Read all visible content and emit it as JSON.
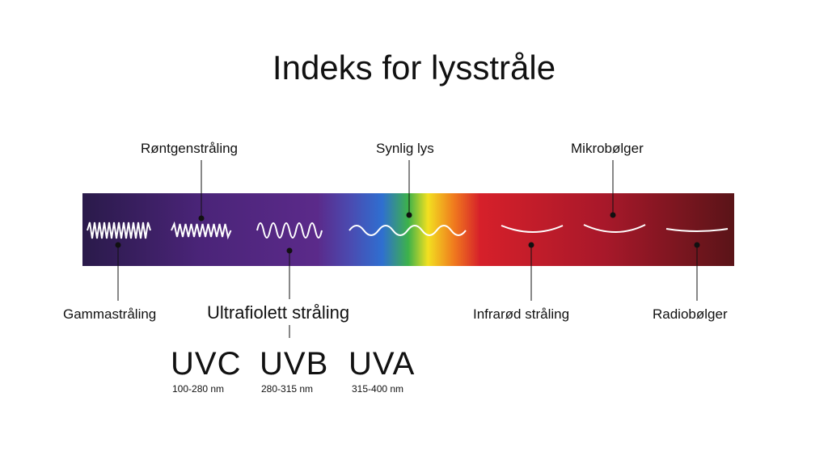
{
  "title": "Indeks for lysstråle",
  "labels": {
    "gamma": "Gammastråling",
    "xray": "Røntgenstråling",
    "uv": "Ultrafiolett stråling",
    "visible": "Synlig lys",
    "infrared": "Infrarød stråling",
    "microwave": "Mikrobølger",
    "radio": "Radiobølger"
  },
  "uv_bands": [
    {
      "name": "UVC",
      "range": "100-280 nm"
    },
    {
      "name": "UVB",
      "range": "280-315 nm"
    },
    {
      "name": "UVA",
      "range": "315-400 nm"
    }
  ],
  "colors": {
    "violet_dark": "#2a1a4a",
    "violet": "#5b2a8a",
    "blue": "#2f6fd0",
    "green": "#3db24a",
    "yellow": "#f2e020",
    "orange": "#f07a1e",
    "red": "#d6202a",
    "dark_red": "#5a1418"
  }
}
